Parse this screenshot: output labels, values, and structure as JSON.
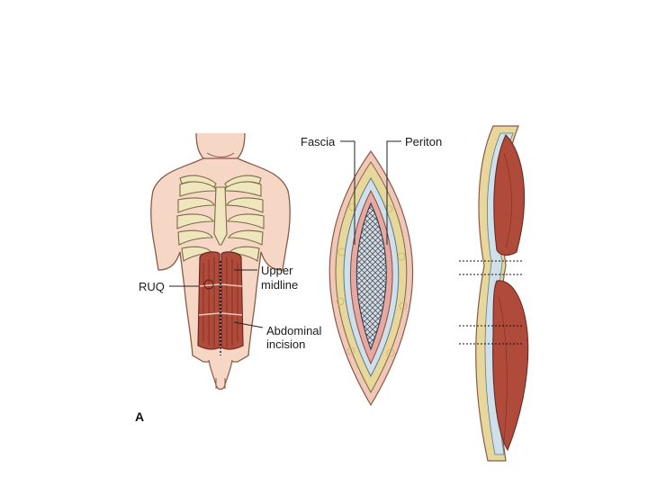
{
  "labels": {
    "ruq": "RUQ",
    "upper_midline_1": "Upper",
    "upper_midline_2": "midline",
    "abdominal_1": "Abdominal",
    "abdominal_2": "incision",
    "fascia": "Fascia",
    "periton": "Periton",
    "panel": "A"
  },
  "colors": {
    "skin": "#f6d7c6",
    "skin_outline": "#8a5a48",
    "bone": "#f0e6bd",
    "muscle": "#b04a3a",
    "fat": "#e8d79a",
    "fascia": "#cfe0ea",
    "peritoneum": "#e7a8a2",
    "mesh": "#5a6a78"
  }
}
